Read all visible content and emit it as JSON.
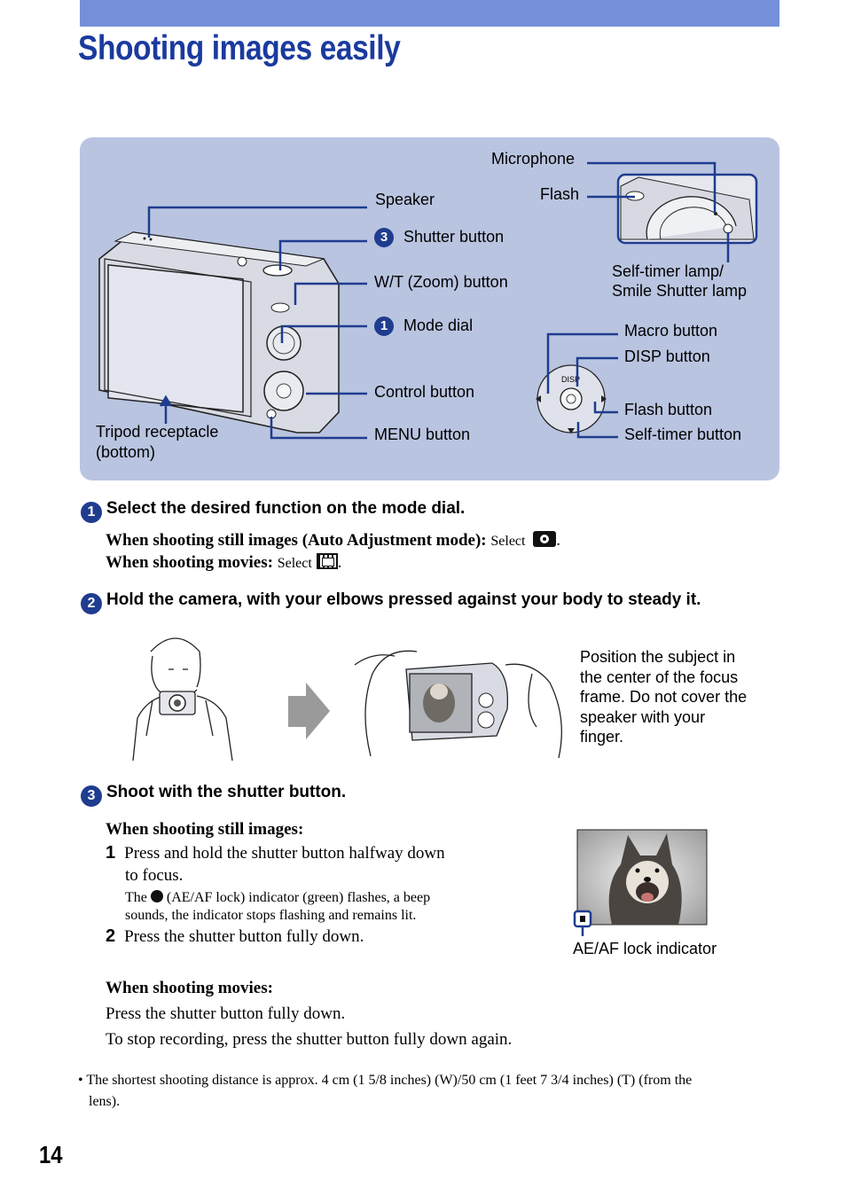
{
  "page": {
    "title": "Shooting images easily",
    "page_number": "14"
  },
  "diagram": {
    "labels": {
      "microphone": "Microphone",
      "flash": "Flash",
      "speaker": "Speaker",
      "shutter_button": "Shutter button",
      "shutter_step": "3",
      "zoom_button": "W/T (Zoom) button",
      "mode_dial": "Mode dial",
      "mode_step": "1",
      "control_button": "Control button",
      "menu_button": "MENU button",
      "tripod_line1": "Tripod receptacle",
      "tripod_line2": "(bottom)",
      "selftimer_lamp_line1": "Self-timer lamp/",
      "selftimer_lamp_line2": "Smile Shutter lamp",
      "macro_button": "Macro button",
      "disp_button": "DISP button",
      "flash_button": "Flash button",
      "selftimer_button": "Self-timer button",
      "disp_mark": "DISP"
    }
  },
  "step1": {
    "num": "1",
    "heading": "Select the desired function on the mode dial.",
    "still_label": "When shooting still images (Auto Adjustment mode):",
    "still_action": "Select",
    "still_icon": "camera-icon",
    "movie_label": "When shooting movies:",
    "movie_action": "Select",
    "movie_icon": "film-icon"
  },
  "step2": {
    "num": "2",
    "heading": "Hold the camera, with your elbows pressed against your body to steady it.",
    "note_lines": [
      "Position the subject in",
      "the center of the focus",
      "frame. Do not cover the",
      "speaker with your",
      "finger."
    ]
  },
  "step3": {
    "num": "3",
    "heading": "Shoot with the shutter button.",
    "still_heading": "When shooting still images:",
    "sub1_num": "1",
    "sub1_line1": "Press and hold the shutter button halfway down",
    "sub1_line2": "to focus.",
    "sub1_note_pre": "The",
    "sub1_note_post": "(AE/AF lock) indicator (green) flashes, a beep",
    "sub1_note_line2": "sounds, the indicator stops flashing and remains lit.",
    "sub2_num": "2",
    "sub2_text": "Press the shutter button fully down.",
    "indicator_label": "AE/AF lock indicator",
    "movie_heading": "When shooting movies:",
    "movie_line1": "Press the shutter button fully down.",
    "movie_line2": "To stop recording, press the shutter button fully down again."
  },
  "footnote": {
    "line1": "• The shortest shooting distance is approx. 4 cm (1 5/8 inches) (W)/50 cm (1 feet 7 3/4 inches) (T) (from the",
    "line2": "lens)."
  }
}
